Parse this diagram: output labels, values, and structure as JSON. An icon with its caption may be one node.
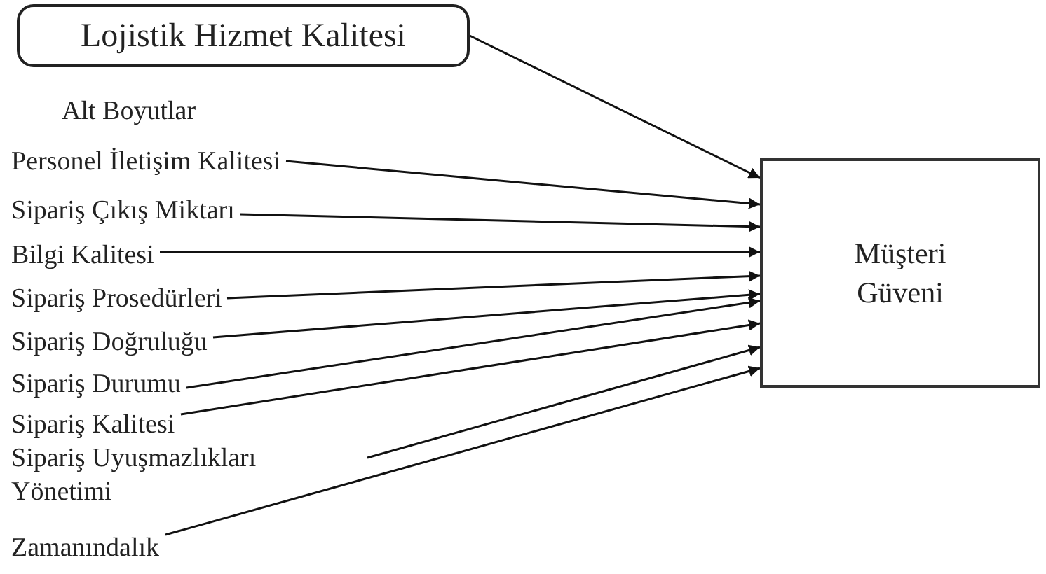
{
  "diagram": {
    "nodes": [
      {
        "text": [
          "Lojistik Hizmet Kalitesi"
        ]
      },
      {
        "text": [
          "Personel İletişim Kalitesi"
        ]
      },
      {
        "text": [
          "Sipariş Çıkış Miktarı"
        ]
      },
      {
        "text": [
          "Bilgi Kalitesi"
        ]
      },
      {
        "text": [
          "Sipariş Prosedürleri"
        ]
      },
      {
        "text": [
          "Sipariş Doğruluğu"
        ]
      },
      {
        "text": [
          "Sipariş Durumu"
        ]
      },
      {
        "text": [
          "Sipariş Kalitesi"
        ]
      },
      {
        "text": [
          "Sipariş Uyuşmazlıkları Yönetimi"
        ]
      },
      {
        "text": [
          "Zamanındalık"
        ]
      },
      {
        "text": [
          "Müşteri Güveni"
        ]
      }
    ],
    "edges": [
      {
        "from": 0,
        "to": 10,
        "arrow": "to"
      },
      {
        "from": 1,
        "to": 10,
        "arrow": "to"
      },
      {
        "from": 2,
        "to": 10,
        "arrow": "to"
      },
      {
        "from": 3,
        "to": 10,
        "arrow": "to"
      },
      {
        "from": 4,
        "to": 10,
        "arrow": "to"
      },
      {
        "from": 5,
        "to": 10,
        "arrow": "to"
      },
      {
        "from": 6,
        "to": 10,
        "arrow": "to"
      },
      {
        "from": 7,
        "to": 10,
        "arrow": "to"
      },
      {
        "from": 8,
        "to": 10,
        "arrow": "to"
      },
      {
        "from": 9,
        "to": 10,
        "arrow": "to"
      }
    ],
    "labels": [
      "Alt Boyutlar"
    ]
  }
}
